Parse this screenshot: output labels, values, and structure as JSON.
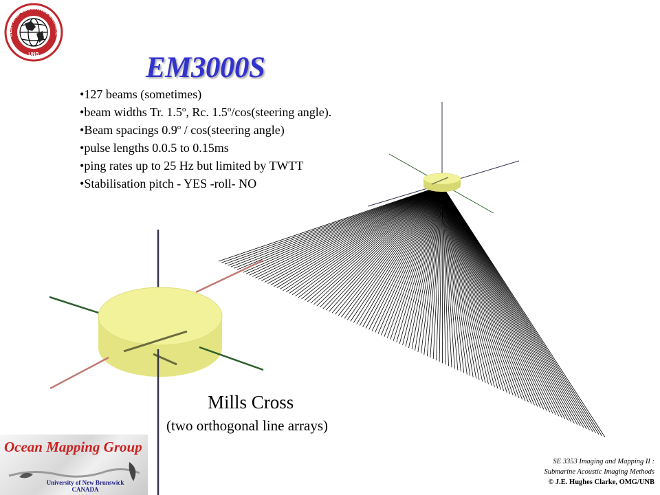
{
  "title": "EM3000S",
  "bullets": [
    {
      "pre": "127 beams (sometimes)"
    },
    {
      "pre": "beam widths Tr. 1.5",
      "sup1": "o",
      "mid": ", Rc. 1.5",
      "sup2": "o",
      "post": "/cos(steering angle)."
    },
    {
      "pre": "Beam spacings 0.9",
      "sup1": "o",
      "mid": " / cos(steering angle)"
    },
    {
      "pre": "pulse lengths 0.0.5 to 0.15ms"
    },
    {
      "pre": "ping rates  up to 25 Hz but limited by TWTT"
    },
    {
      "pre": "Stabilisation pitch - YES -roll- NO"
    }
  ],
  "mills_cross": {
    "title": "Mills Cross",
    "subtitle": "(two orthogonal line arrays)"
  },
  "logo": {
    "outer_text": "GEODESY AND GEOMATICS ENGINEERING",
    "bottom_text": "UNB"
  },
  "omg": {
    "title": "Ocean Mapping Group",
    "university": "University of New Brunswick",
    "country": "CANADA"
  },
  "credits": {
    "course": "SE 3353 Imaging and Mapping II :",
    "subtitle": "Submarine Acoustic Imaging Methods",
    "copyright": "© J.E. Hughes Clarke, OMG/UNB"
  },
  "colors": {
    "title": "#3333cc",
    "disk_fill": "#f2f29a",
    "disk_edge": "#d8d873",
    "axis_green": "#2f5f2f",
    "axis_red": "#c07a74",
    "axis_dark": "#33334a",
    "omg_red": "#cc2222",
    "omg_blue": "#22228a"
  },
  "fan": {
    "beam_count": 127
  }
}
